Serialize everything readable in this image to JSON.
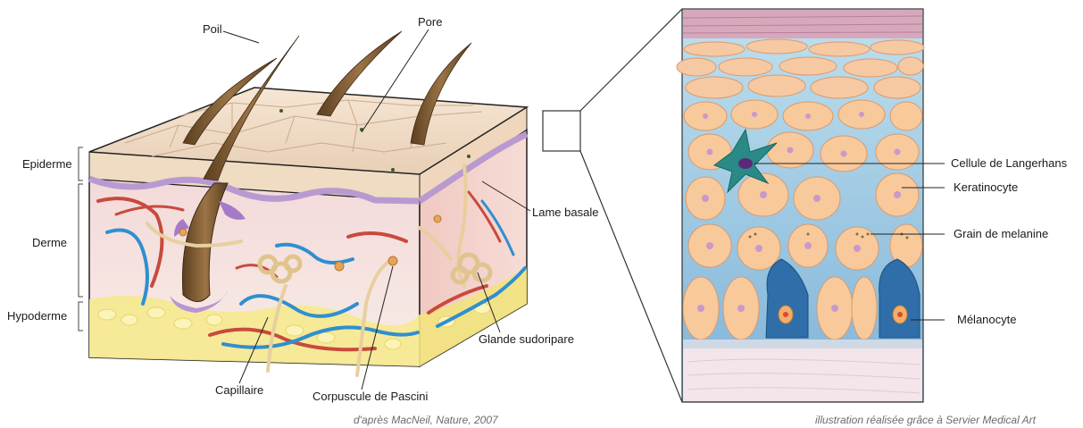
{
  "left_labels": {
    "poil": "Poil",
    "pore": "Pore",
    "epiderme": "Epiderme",
    "derme": "Derme",
    "hypoderme": "Hypoderme",
    "lame_basale": "Lame basale",
    "glande": "Glande sudoripare",
    "capillaire": "Capillaire",
    "pascini": "Corpuscule de Pascini"
  },
  "right_labels": {
    "langerhans": "Cellule de Langerhans",
    "keratinocyte": "Keratinocyte",
    "melanine": "Grain de melanine",
    "melanocyte": "Mélanocyte"
  },
  "captions": {
    "left": "d'après MacNeil, Nature, 2007",
    "right": "illustration réalisée grâce à Servier Medical Art"
  },
  "colors": {
    "skin_top": "#f1dcc6",
    "epidermis_purple": "#b99ad0",
    "dermis": "#f6e2e4",
    "fat": "#f5e98f",
    "artery": "#c84a3c",
    "vein": "#2f8fd0",
    "nerve": "#e7cf9f",
    "hair": "#7a5a32",
    "keratinocyte": "#f8c99b",
    "melanocyte": "#2f6ea8",
    "langerhans": "#2a8a86"
  }
}
